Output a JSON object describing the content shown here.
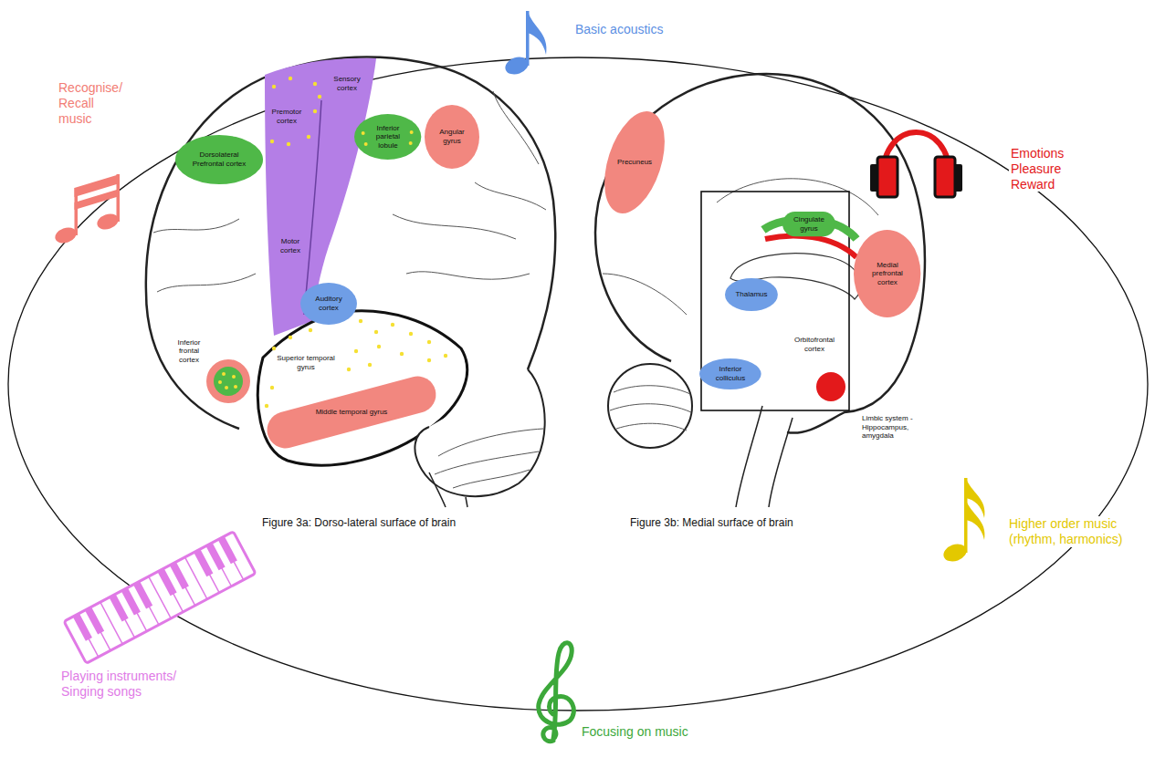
{
  "diagram": {
    "nodes": [
      {
        "text": [
          "Dorsolateral Prefrontal cortex"
        ]
      },
      {
        "text": [
          "Premotor cortex"
        ]
      },
      {
        "text": [
          "Sensory cortex"
        ]
      },
      {
        "text": [
          "Inferior parietal lobule"
        ]
      },
      {
        "text": [
          "Motor cortex"
        ]
      },
      {
        "text": [
          "Angular gyrus"
        ]
      },
      {
        "text": [
          "Auditory cortex"
        ]
      },
      {
        "text": [
          "Inferior frontal cortex"
        ]
      },
      {
        "text": [
          "Superior temporal gyrus"
        ]
      },
      {
        "text": [
          "Middle temporal gyrus"
        ]
      },
      {
        "text": [
          "Precuneus"
        ]
      },
      {
        "text": [
          "Cingulate gyrus"
        ]
      },
      {
        "text": [
          "Medial prefrontal cortex"
        ]
      },
      {
        "text": [
          "Thalamus"
        ]
      },
      {
        "text": [
          "Orbitofrontal cortex"
        ]
      },
      {
        "text": [
          "Inferior colliculus"
        ]
      }
    ],
    "labels": [
      "Limbic system -Hippocampus, amygdala",
      "Figure 3a: Dorso-lateral surface of brain",
      "Figure 3b: Medial surface of brain"
    ],
    "legend": [
      {
        "text": "Basic acoustics",
        "color": "#5b8fe3"
      },
      {
        "text": "Recognise/ Recall music",
        "color": "#f27d75"
      },
      {
        "text": "Emotions Pleasure Reward",
        "color": "#e3191b"
      },
      {
        "text": "Higher order music (rhythm, harmonics)",
        "color": "#e3c800"
      },
      {
        "text": "Focusing on music",
        "color": "#3ca83a"
      },
      {
        "text": "Playing instruments/ Singing songs",
        "color": "#e07ae6"
      }
    ]
  }
}
